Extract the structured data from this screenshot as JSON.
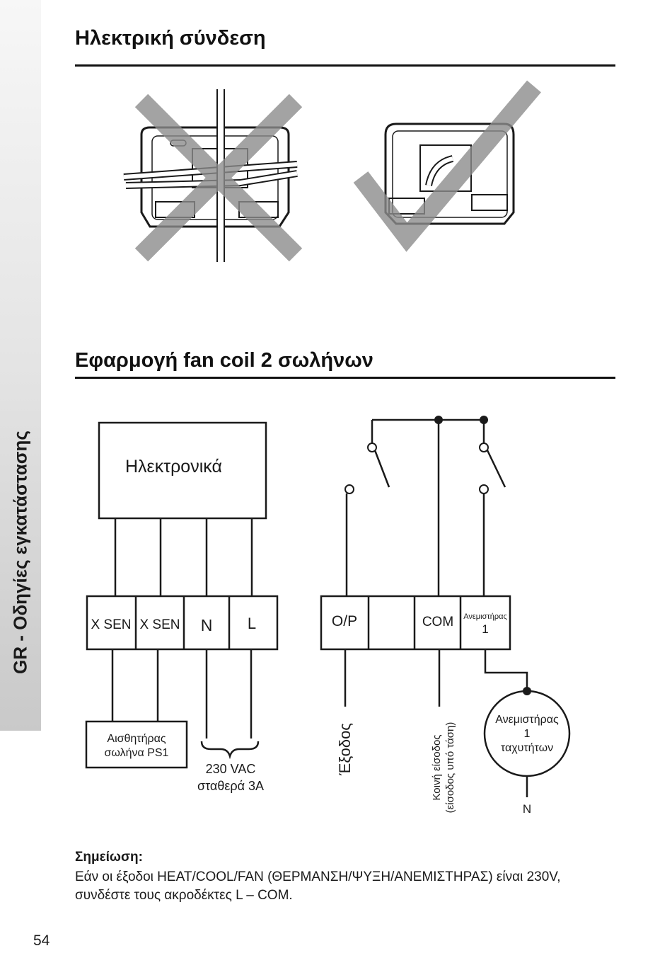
{
  "side_tab": {
    "label": "GR - Οδηγίες εγκατάστασης"
  },
  "section_1": {
    "title": "Ηλεκτρική σύνδεση"
  },
  "section_2": {
    "title": "Εφαρμογή fan coil 2 σωλήνων"
  },
  "wiring_diagram": {
    "electronics_label": "Ηλεκτρονικά",
    "left_terminals": [
      "X SEN",
      "X SEN",
      "N",
      "L"
    ],
    "right_terminals": {
      "op": "O/P",
      "blank": "",
      "com": "COM",
      "fan_top": "Ανεμιστήρας",
      "fan_bottom": "1"
    },
    "sensor_label": [
      "Αισθητήρας",
      "σωλήνα PS1"
    ],
    "supply_label": [
      "230 VAC",
      "σταθερά 3A"
    ],
    "output_label": "Έξοδος",
    "common_label": [
      "Κοινή είσοδος",
      "(είσοδος υπό τάση)"
    ],
    "fan_motor_label": [
      "Ανεμιστήρας",
      "1",
      "ταχυτήτων"
    ],
    "neutral_label": "N"
  },
  "note": {
    "title": "Σημείωση:",
    "body": "Εάν οι έξοδοι HEAT/COOL/FAN (ΘΕΡΜΑΝΣΗ/ΨΥΞΗ/ΑΝΕΜΙΣΤΗΡΑΣ) είναι 230V, συνδέστε τους ακροδέκτες L – COM."
  },
  "page_number": "54",
  "colors": {
    "line": "#1a1a1a",
    "mark": "#8c8c8c",
    "tab": "#d5d5d5"
  }
}
